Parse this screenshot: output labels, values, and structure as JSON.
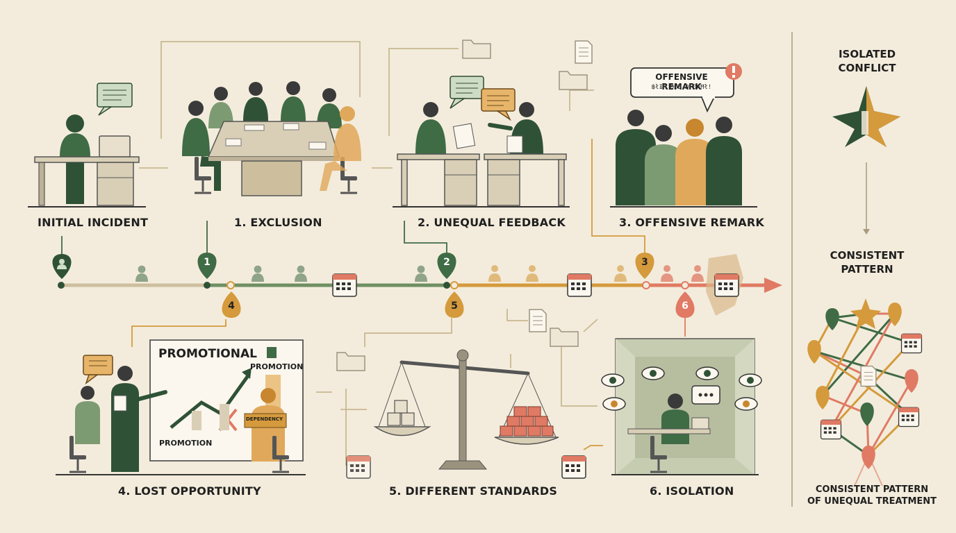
{
  "steps": {
    "initial": "INITIAL INCIDENT",
    "s1": "1. EXCLUSION",
    "s2": "2. UNEQUAL FEEDBACK",
    "s3": "3. OFFENSIVE REMARK",
    "s4": "4. LOST OPPORTUNITY",
    "s5": "5. DIFFERENT STANDARDS",
    "s6": "6. ISOLATION"
  },
  "markers": [
    "1",
    "2",
    "3",
    "4",
    "5",
    "6"
  ],
  "remark": {
    "title": "OFFENSIVE REMARK",
    "scribble": "฿łƗĦ ĐØĐ-Đ ĐȺĦł!"
  },
  "promo": {
    "board_title": "PROMOTIONAL",
    "tag1": "PROMOTION",
    "tag2": "PROMOTION",
    "box": "DEPENDENCY"
  },
  "sidebar": {
    "top": [
      "ISOLATED",
      "CONFLICT"
    ],
    "mid": [
      "CONSISTENT",
      "PATTERN"
    ],
    "bottom": [
      "CONSISTENT PATTERN",
      "OF UNEQUAL TREATMENT"
    ]
  },
  "colors": {
    "green": "#3f6b45",
    "dark_green": "#2f5237",
    "amber": "#d59a3c",
    "salmon": "#e07a64",
    "beige": "#cdbf9e",
    "bg": "#f3ecdc"
  }
}
